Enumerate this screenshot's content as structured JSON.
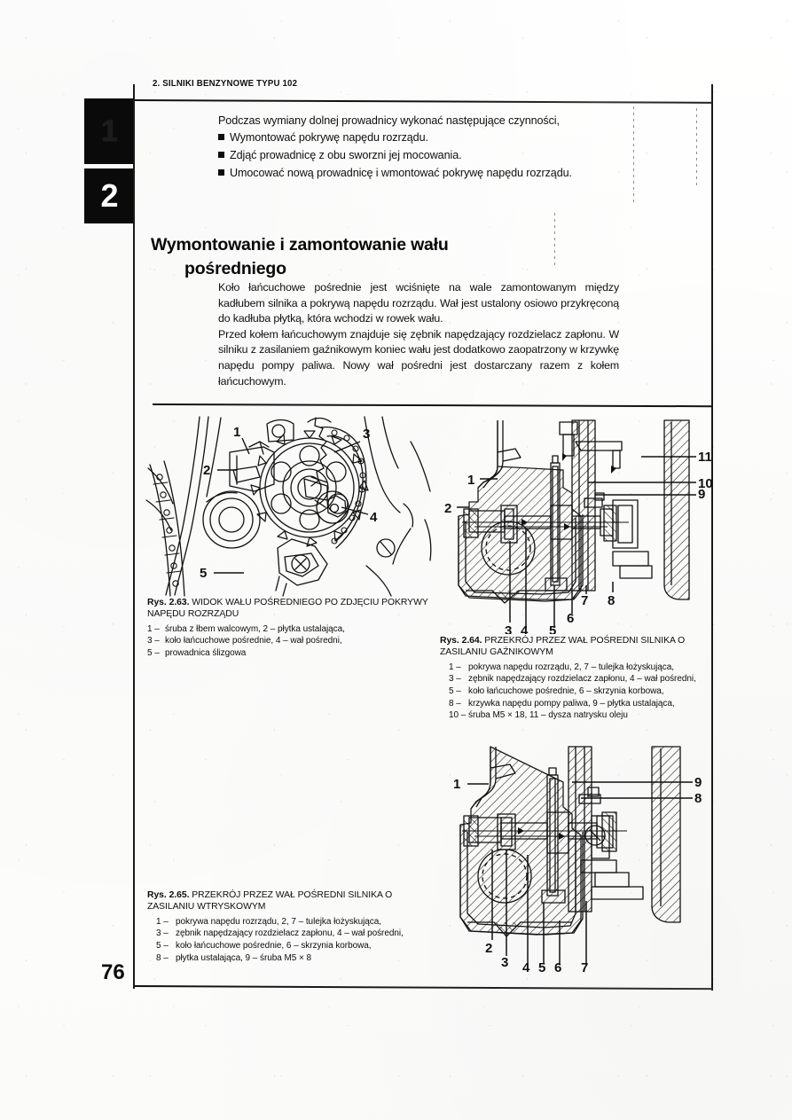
{
  "document": {
    "running_head": "2. SILNIKI BENZYNOWE TYPU 102",
    "page_number": "76",
    "tabs": [
      {
        "label": "1"
      },
      {
        "label": "2"
      }
    ]
  },
  "intro": {
    "lead": "Podczas wymiany dolnej prowadnicy wykonać następujące czynności,",
    "bullets": [
      "Wymontować pokrywę napędu rozrządu.",
      "Zdjąć prowadnicę z obu sworzni jej mocowania.",
      "Umocować nową prowadnicę i wmontować pokrywę napędu rozrządu."
    ]
  },
  "section": {
    "heading_line1": "Wymontowanie i zamontowanie wału",
    "heading_line2": "pośredniego",
    "paragraphs": [
      "Koło łańcuchowe pośrednie jest wciśnięte na wale zamontowanym między kadłubem silnika a pokrywą napędu rozrządu. Wał jest ustalony osiowo przykręconą do kadłuba płytką, która wchodzi w rowek wału.",
      "Przed kołem łańcuchowym znajduje się zębnik napędzający rozdzielacz zapłonu. W silniku z zasilaniem gaźnikowym koniec wału jest dodatkowo zaopatrzony w krzywkę napędu pompy paliwa. Nowy wał pośredni jest dostarczany razem z kołem łańcuchowym."
    ]
  },
  "figures": [
    {
      "id": "2.63",
      "caption_prefix": "Rys. 2.63.",
      "caption_title": "WIDOK WAŁU POŚREDNIEGO PO ZDJĘCIU POKRYWY NAPĘDU ROZRZĄDU",
      "legend": [
        {
          "key": "1 –",
          "text": "śruba z łbem walcowym, 2 – płytka ustalająca,"
        },
        {
          "key": "3 –",
          "text": "koło łańcuchowe pośrednie, 4 – wał pośredni,"
        },
        {
          "key": "5 –",
          "text": "prowadnica ślizgowa"
        }
      ],
      "callouts": [
        "1",
        "2",
        "3",
        "4",
        "5"
      ]
    },
    {
      "id": "2.64",
      "caption_prefix": "Rys. 2.64.",
      "caption_title": "PRZEKRÓJ PRZEZ WAŁ POŚREDNI SILNIKA O ZASILANIU GAŹNIKOWYM",
      "legend": [
        {
          "key": "1 –",
          "text": "pokrywa napędu rozrządu, 2, 7 – tulejka łożyskująca,"
        },
        {
          "key": "3 –",
          "text": "zębnik napędzający rozdzielacz zapłonu, 4 – wał pośredni,"
        },
        {
          "key": "5 –",
          "text": "koło łańcuchowe pośrednie, 6 – skrzynia korbowa,"
        },
        {
          "key": "8 –",
          "text": "krzywka napędu pompy paliwa, 9 – płytka ustalająca,"
        },
        {
          "key": "10 –",
          "text": "śruba M5 × 18, 11 – dysza natrysku oleju"
        }
      ],
      "callouts": [
        "1",
        "2",
        "3",
        "4",
        "5",
        "6",
        "7",
        "8",
        "9",
        "10",
        "11"
      ]
    },
    {
      "id": "2.65",
      "caption_prefix": "Rys. 2.65.",
      "caption_title": "PRZEKRÓJ PRZEZ WAŁ POŚREDNI SILNIKA O ZASILANIU WTRYSKOWYM",
      "legend": [
        {
          "key": "1 –",
          "text": "pokrywa napędu rozrządu, 2, 7 – tulejka łożyskująca,"
        },
        {
          "key": "3 –",
          "text": "zębnik napędzający rozdzielacz zapłonu, 4 – wał pośredni,"
        },
        {
          "key": "5 –",
          "text": "koło łańcuchowe pośrednie, 6 – skrzynia korbowa,"
        },
        {
          "key": "8 –",
          "text": "płytka ustalająca, 9 – śruba M5 × 8"
        }
      ],
      "callouts": [
        "1",
        "2",
        "3",
        "4",
        "5",
        "6",
        "7",
        "8",
        "9"
      ]
    }
  ],
  "colors": {
    "ink": "#0d0d0d",
    "paper": "#fefefe",
    "tab": "#0a0a0a"
  }
}
